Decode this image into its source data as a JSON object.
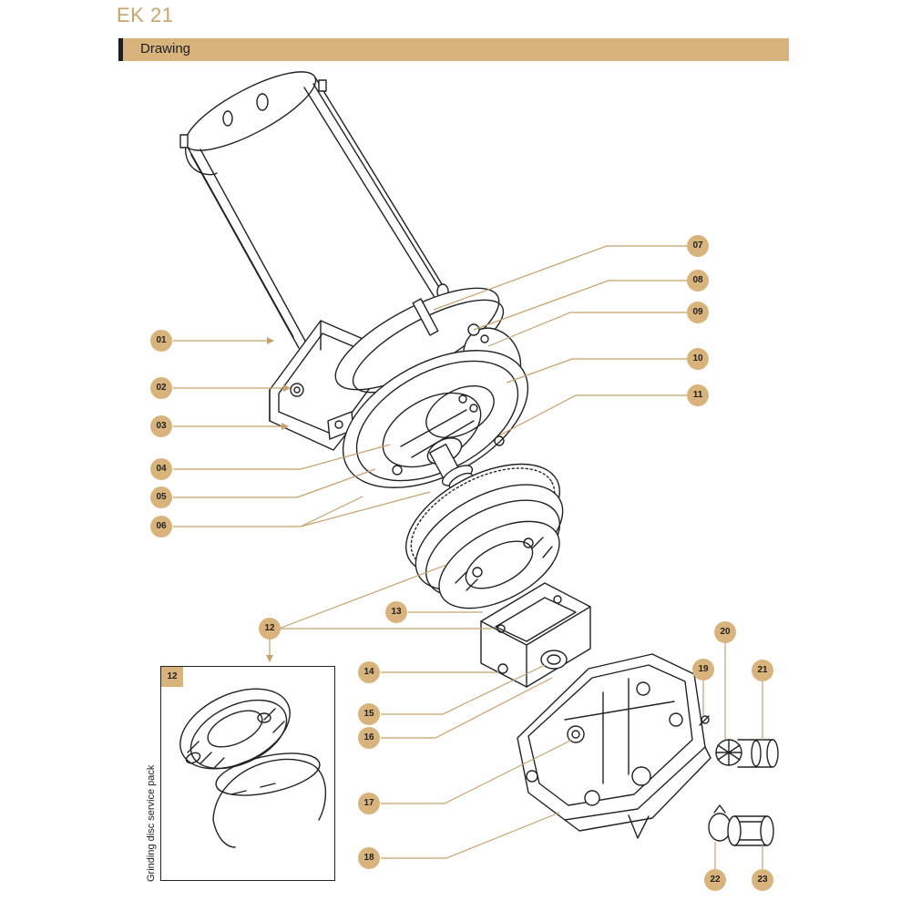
{
  "header": {
    "title": "EK 21",
    "section": "Drawing"
  },
  "callouts": [
    {
      "id": "p01",
      "label": "01"
    },
    {
      "id": "p02",
      "label": "02"
    },
    {
      "id": "p03",
      "label": "03"
    },
    {
      "id": "p04",
      "label": "04"
    },
    {
      "id": "p05",
      "label": "05"
    },
    {
      "id": "p06",
      "label": "06"
    },
    {
      "id": "p07",
      "label": "07"
    },
    {
      "id": "p08",
      "label": "08"
    },
    {
      "id": "p09",
      "label": "09"
    },
    {
      "id": "p10",
      "label": "10"
    },
    {
      "id": "p11",
      "label": "11"
    },
    {
      "id": "p12",
      "label": "12"
    },
    {
      "id": "p13",
      "label": "13"
    },
    {
      "id": "p14",
      "label": "14"
    },
    {
      "id": "p15",
      "label": "15"
    },
    {
      "id": "p16",
      "label": "16"
    },
    {
      "id": "p17",
      "label": "17"
    },
    {
      "id": "p18",
      "label": "18"
    },
    {
      "id": "p19",
      "label": "19"
    },
    {
      "id": "p20",
      "label": "20"
    },
    {
      "id": "p21",
      "label": "21"
    },
    {
      "id": "p22",
      "label": "22"
    },
    {
      "id": "p23",
      "label": "23"
    }
  ],
  "inset": {
    "tag": "12",
    "caption": "Grinding disc service pack"
  },
  "colors": {
    "accent": "#d8b47c",
    "title": "#c9a46c",
    "line": "#c8a06a",
    "ink": "#222222"
  }
}
